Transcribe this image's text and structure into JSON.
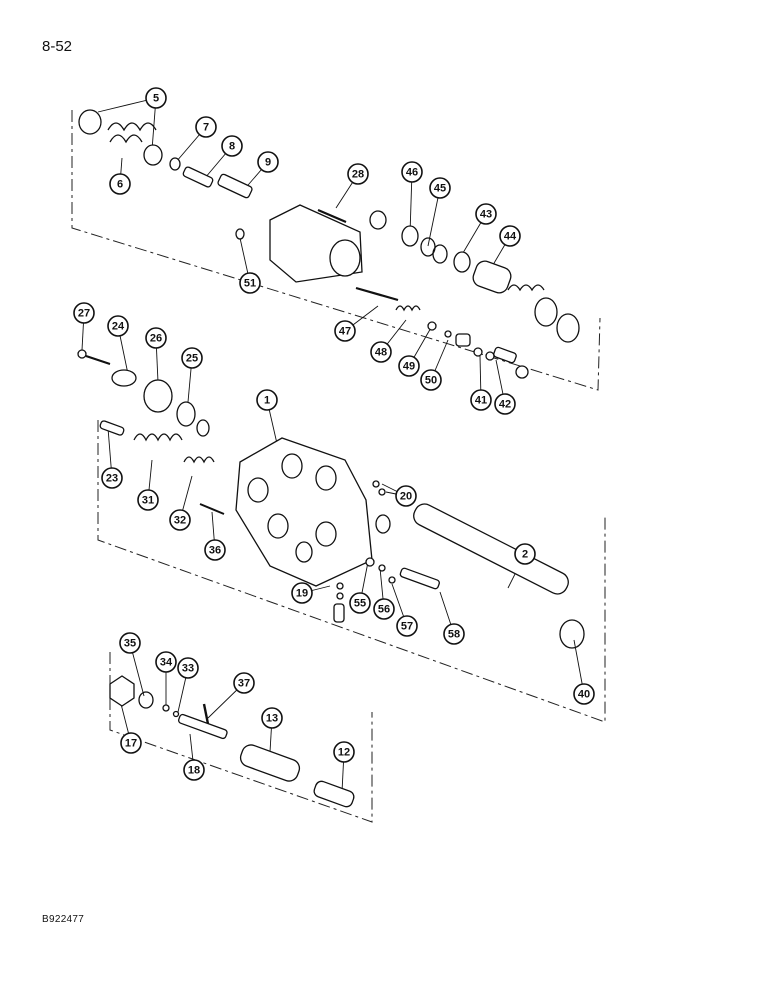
{
  "page_number": "8-52",
  "figure_code": "B922477",
  "callouts": [
    "5",
    "6",
    "7",
    "8",
    "9",
    "28",
    "46",
    "45",
    "43",
    "44",
    "51",
    "47",
    "48",
    "49",
    "50",
    "41",
    "42",
    "27",
    "24",
    "26",
    "25",
    "1",
    "23",
    "31",
    "32",
    "36",
    "20",
    "2",
    "19",
    "55",
    "56",
    "57",
    "58",
    "40",
    "35",
    "34",
    "33",
    "37",
    "17",
    "18",
    "13",
    "12"
  ]
}
